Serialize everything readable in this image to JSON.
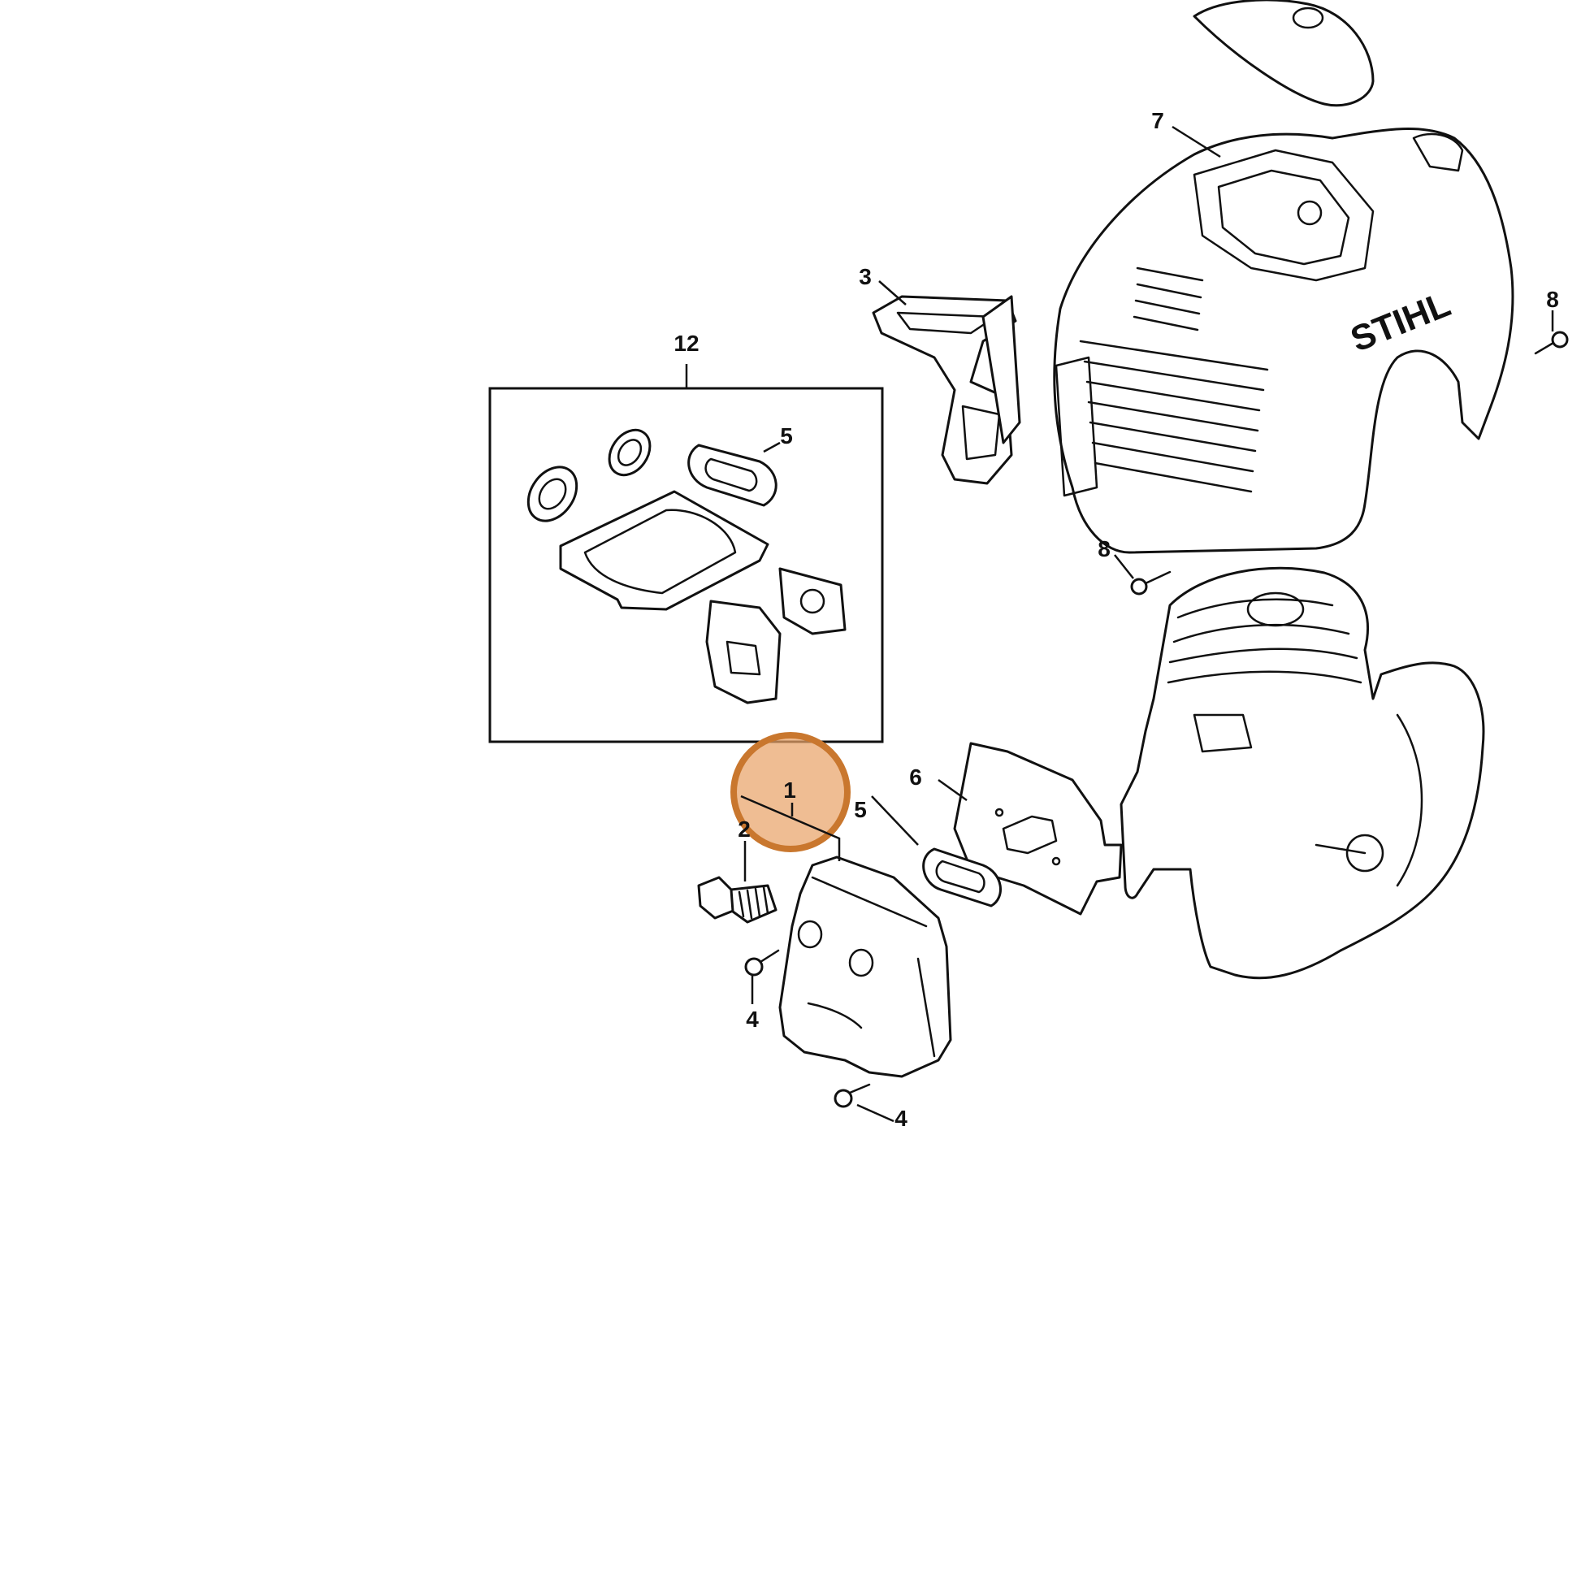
{
  "callouts": {
    "c1": "1",
    "c2": "2",
    "c3": "3",
    "c4a": "4",
    "c4b": "4",
    "c5a": "5",
    "c5b": "5",
    "c6": "6",
    "c7": "7",
    "c8a": "8",
    "c8b": "8",
    "c12": "12"
  },
  "logo_text": "STIHL",
  "colors": {
    "highlight": "#E9A46A",
    "highlight_stroke": "#C9772E",
    "line": "#111111"
  }
}
